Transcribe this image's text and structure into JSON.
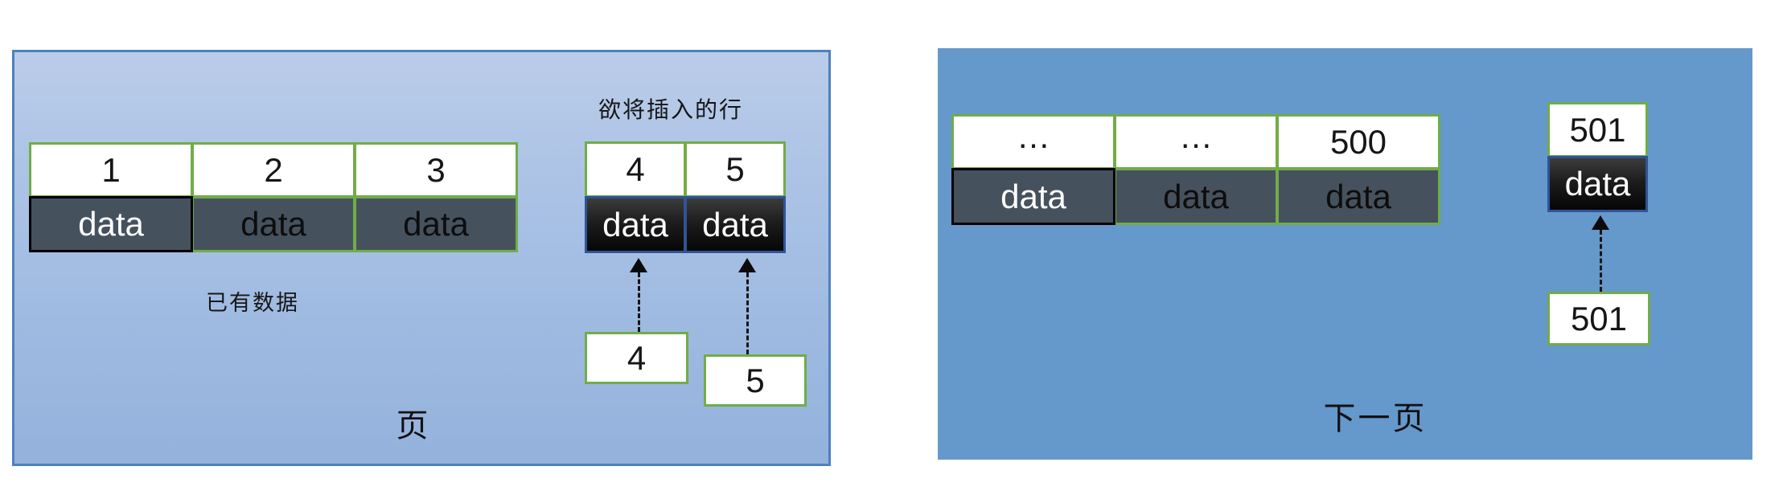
{
  "page_panel": {
    "title": "页",
    "existing_data_label": "已有数据",
    "insert_row_label": "欲将插入的行",
    "main_table": {
      "headers": [
        "1",
        "2",
        "3"
      ],
      "data_row": [
        "data",
        "data",
        "data"
      ]
    },
    "insert_table": {
      "headers": [
        "4",
        "5"
      ],
      "data_row": [
        "data",
        "data"
      ]
    },
    "pointer_boxes": [
      "4",
      "5"
    ]
  },
  "next_page_panel": {
    "title": "下一页",
    "main_table": {
      "headers": [
        "…",
        "…",
        "500"
      ],
      "data_row": [
        "data",
        "data",
        "data"
      ]
    },
    "insert_column": {
      "header": "501",
      "cell": "data"
    },
    "pointer_box": "501"
  },
  "colors": {
    "page_panel_fill_top": "#bacce9",
    "page_panel_fill_bottom": "#93b2dc",
    "page_panel_border": "#4e81bd",
    "next_page_panel_fill": "#6598cb",
    "cell_border_green": "#70ad47",
    "data_cell_slate": "#46515e",
    "data_cell_black_border": "#000000",
    "insert_cell_border_blue": "#2f5496",
    "arrow_color": "#141414"
  }
}
